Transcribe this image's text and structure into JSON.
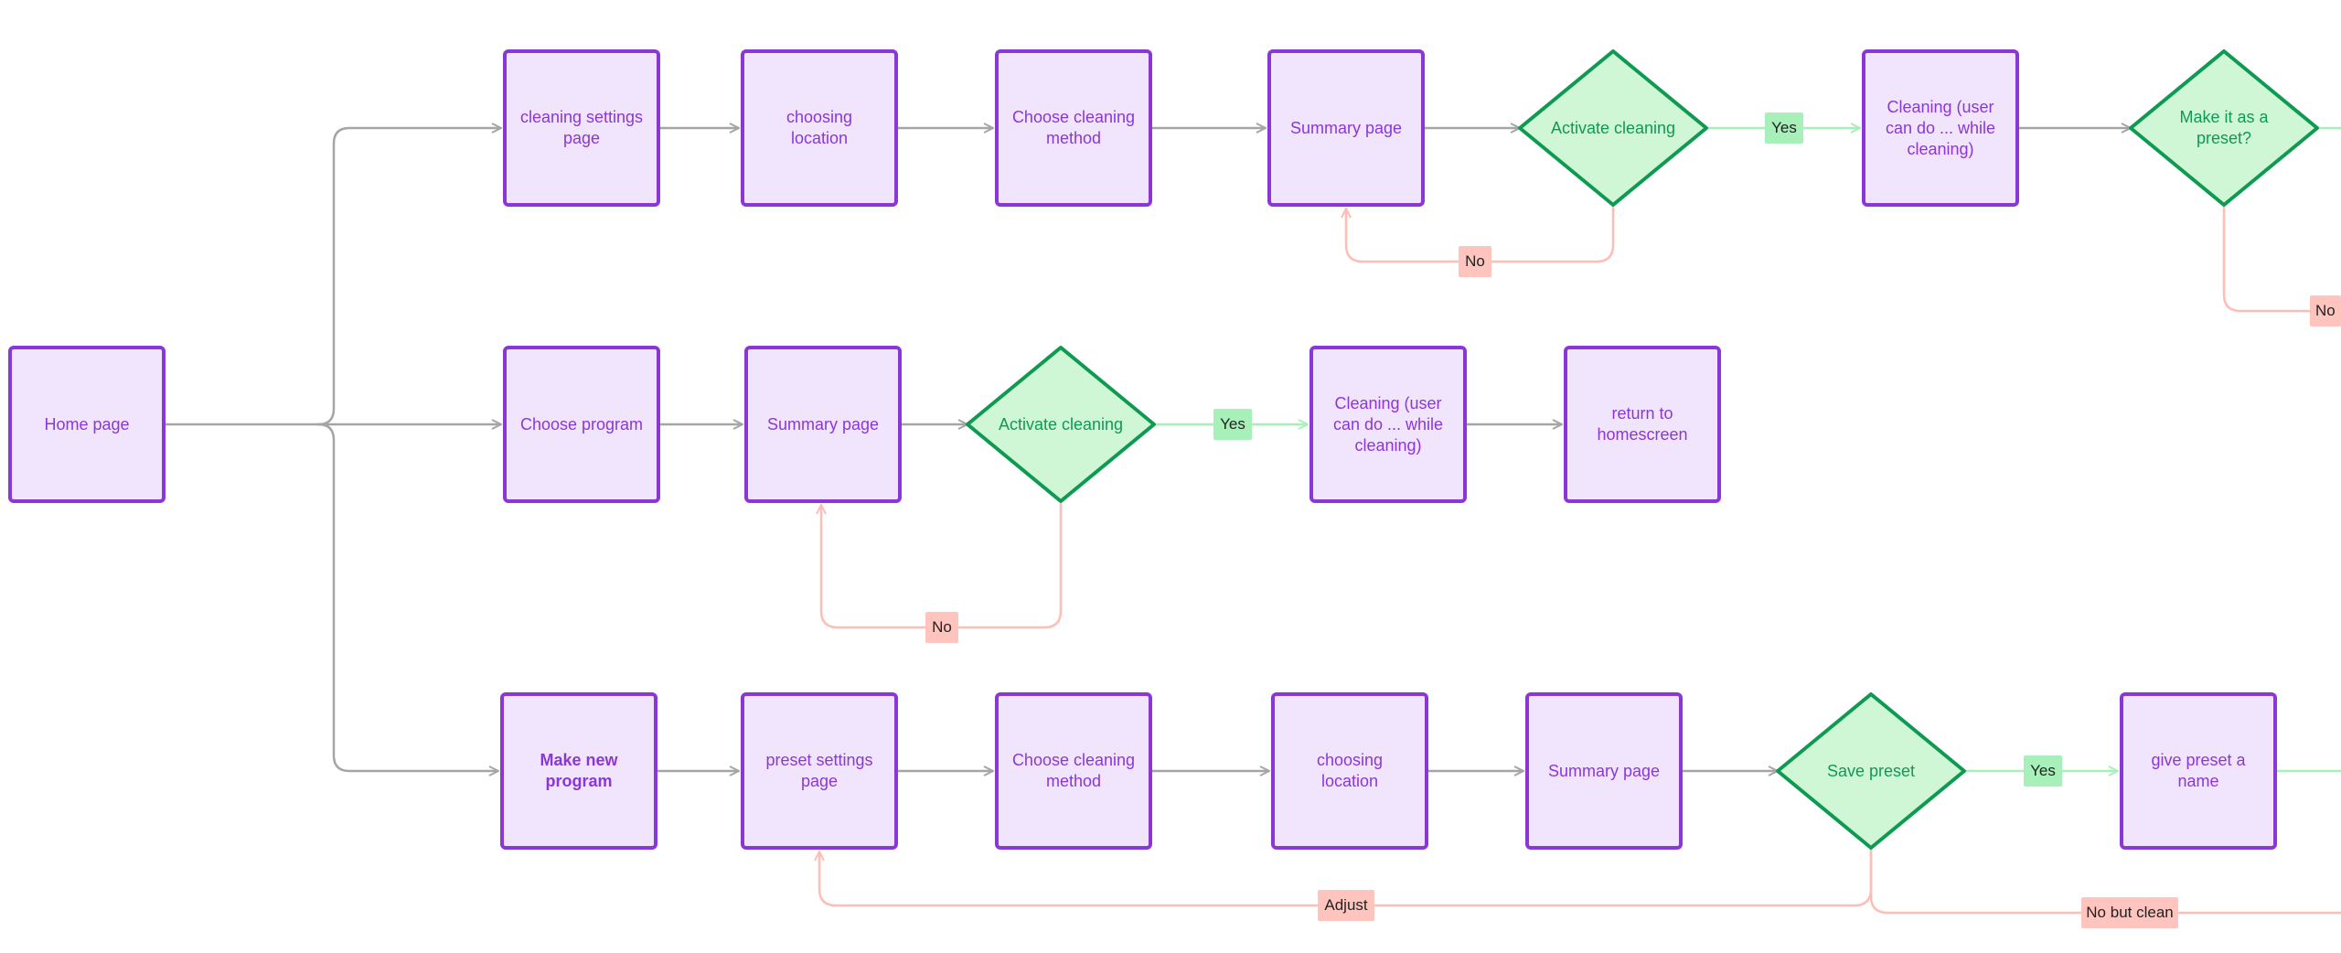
{
  "colors": {
    "node_border": "#8b37d8",
    "node_fill": "#f1e4fd",
    "decision_border": "#0f9a52",
    "decision_fill": "#cff7d6",
    "edge_gray": "#a5a5a5",
    "edge_green": "#a8f0b9",
    "edge_red": "#ffbdb6"
  },
  "nodes": {
    "home": "Home page",
    "r1_settings": "cleaning settings page",
    "r1_location": "choosing location",
    "r1_method": "Choose cleaning method",
    "r1_summary": "Summary page",
    "r1_activate": "Activate cleaning",
    "r1_cleaning": "Cleaning (user can do ... while cleaning)",
    "r1_preset": "Make it as a preset?",
    "r2_program": "Choose program",
    "r2_summary": "Summary page",
    "r2_activate": "Activate cleaning",
    "r2_cleaning": "Cleaning (user can do ... while cleaning)",
    "r2_return": "return to homescreen",
    "r3_new": "Make new program",
    "r3_settings": "preset settings page",
    "r3_method": "Choose cleaning method",
    "r3_location": "choosing location",
    "r3_summary": "Summary page",
    "r3_save": "Save preset",
    "r3_name": "give preset a name"
  },
  "labels": {
    "r1_yes": "Yes",
    "r1_no": "No",
    "r1_preset_no": "No",
    "r2_yes": "Yes",
    "r2_no": "No",
    "r3_yes": "Yes",
    "r3_adjust": "Adjust",
    "r3_no_but_clean": "No but clean"
  }
}
